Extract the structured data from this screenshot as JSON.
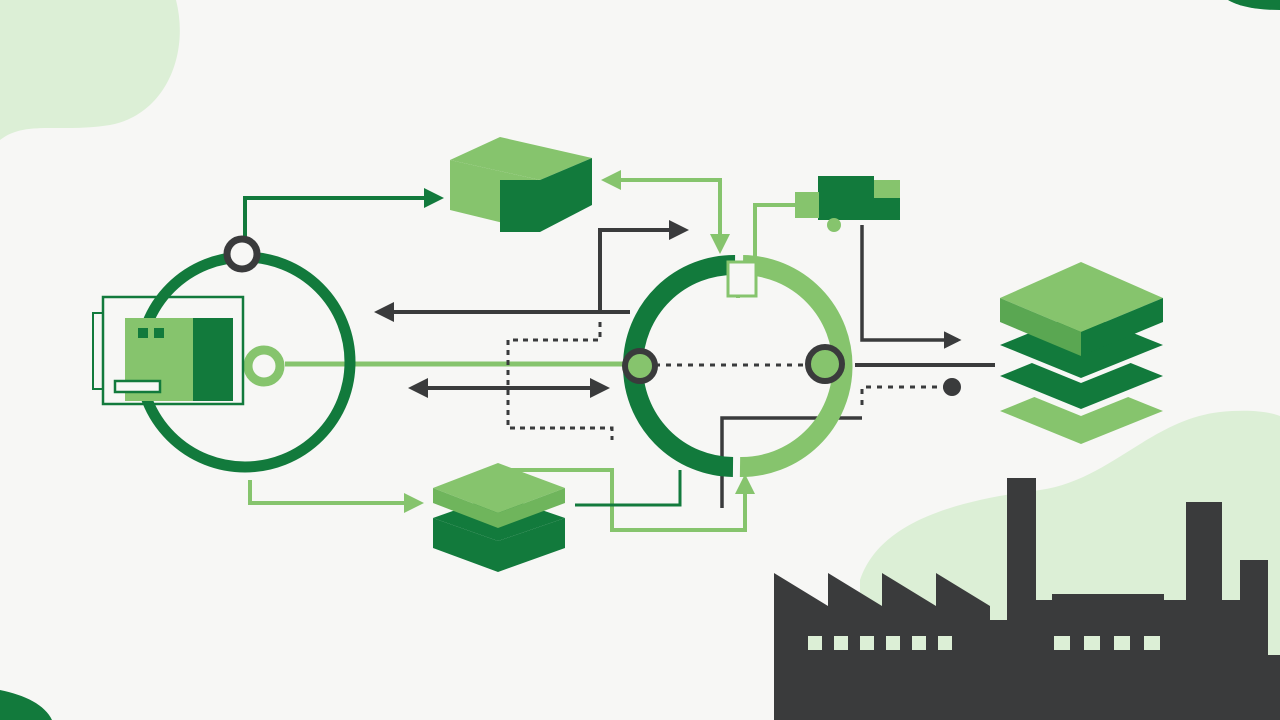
{
  "colors": {
    "background": "#f7f7f5",
    "dark_green": "#127a3c",
    "light_green": "#86c46d",
    "mid_green": "#5aa752",
    "pale_green": "#dcefd6",
    "charcoal": "#3a3b3c",
    "white": "#ffffff"
  },
  "nodes": [
    {
      "id": "machine",
      "icon": "machine-icon"
    },
    {
      "id": "hub-left",
      "icon": "ring-hub"
    },
    {
      "id": "hub-right",
      "icon": "ring-hub"
    },
    {
      "id": "box-top",
      "icon": "box-icon"
    },
    {
      "id": "layers-bottom",
      "icon": "layers-icon"
    },
    {
      "id": "camera",
      "icon": "camera-icon"
    },
    {
      "id": "stack-right",
      "icon": "stack-icon"
    },
    {
      "id": "factory",
      "icon": "factory-icon"
    }
  ]
}
